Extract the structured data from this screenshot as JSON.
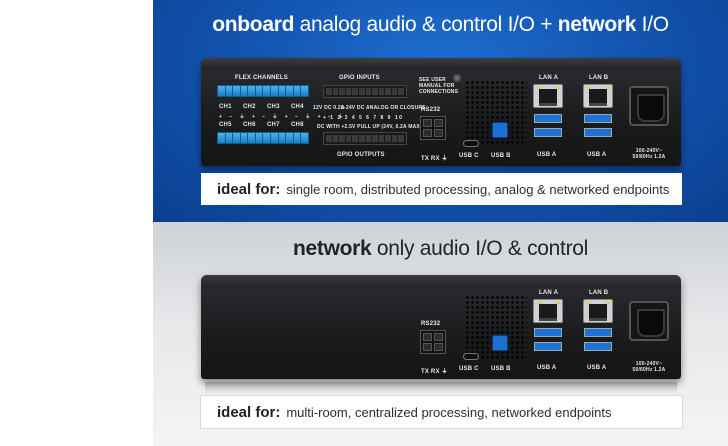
{
  "top": {
    "headline": {
      "bold1": "onboard",
      "text1": " analog audio & control I/O + ",
      "bold2": "network",
      "text2": " I/O"
    },
    "ideal": {
      "label": "ideal for:",
      "text": "single room, distributed processing, analog & networked endpoints"
    },
    "device_labels": {
      "flex_channels": "FLEX CHANNELS",
      "gpio_inputs": "GPIO INPUTS",
      "gpio_outputs": "GPIO OUTPUTS",
      "manual_note": "SEE USER MANUAL FOR CONNECTIONS",
      "ch1": "CH1",
      "ch2": "CH2",
      "ch3": "CH3",
      "ch4": "CH4",
      "ch5": "CH5",
      "ch6": "CH6",
      "ch7": "CH7",
      "ch8": "CH8",
      "twelve_v": "12V DC 0.2A",
      "analog_range": "0-24V DC ANALOG OR CLOSURE",
      "gpio_numbers": "+ 1 2 3 4 5 6 7 8 9 10",
      "pullup": "DC WITH +2.5V PULL UP (24V, 0.2A MAX)",
      "rs232": "RS232",
      "txrx": "TX RX ⏚",
      "usb_c": "USB C",
      "usb_b": "USB B",
      "usb_a1": "USB A",
      "usb_a2": "USB A",
      "lan_a": "LAN A",
      "lan_b": "LAN B",
      "power_rating": "100-240V~ 50/60Hz 1.2A"
    }
  },
  "bottom": {
    "headline": {
      "bold1": "network",
      "text1": " only audio I/O & control"
    },
    "ideal": {
      "label": "ideal for:",
      "text": "multi-room, centralized processing, networked endpoints"
    },
    "device_labels": {
      "rs232": "RS232",
      "txrx": "TX RX ⏚",
      "usb_c": "USB C",
      "usb_b": "USB B",
      "usb_a1": "USB A",
      "usb_a2": "USB A",
      "lan_a": "LAN A",
      "lan_b": "LAN B",
      "power_rating": "100-240V~ 50/60Hz 1.2A"
    }
  },
  "colors": {
    "blue_panel": "#1356b3",
    "grey_panel": "#e6e8ea",
    "terminal_blue": "#1e8fd6"
  }
}
